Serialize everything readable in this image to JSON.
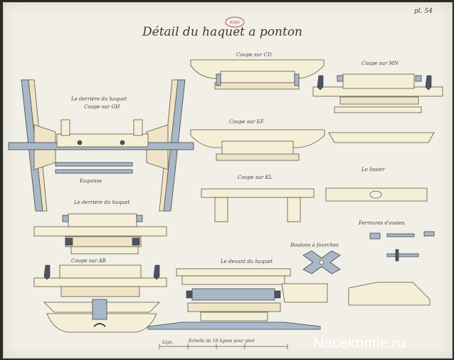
{
  "header": {
    "title": "Détail du haquet a ponton",
    "plate_number": "pl. 54",
    "stamp_text": "MUSÉE"
  },
  "captions": {
    "derriere_top": "Le derrière du haquet",
    "coupe_gh": "Coupe sur GH",
    "coupe_cd": "Coupe sur CD",
    "coupe_mn": "Coupe sur MN",
    "coupe_ef": "Coupe sur EF",
    "coupe_kl": "Coupe sur KL",
    "lissoir": "Le lissoir",
    "esquisse": "Esquisse",
    "derriere_bottom": "Le derrière du haquet",
    "fermures": "Fermures d'essieu",
    "boulons": "Boulons à fourches",
    "coupe_ab": "Coupe sur AB",
    "devant": "Le devant du haquet",
    "scale_label": "Echelle de 18 lignes pour pied",
    "scale_start": "Lign."
  },
  "watermark": "Nacekomie.ru",
  "colors": {
    "paper": "#f1efe6",
    "wood": "#f6efd8",
    "iron": "#a9b8c6",
    "ink": "#3b3a3a"
  }
}
